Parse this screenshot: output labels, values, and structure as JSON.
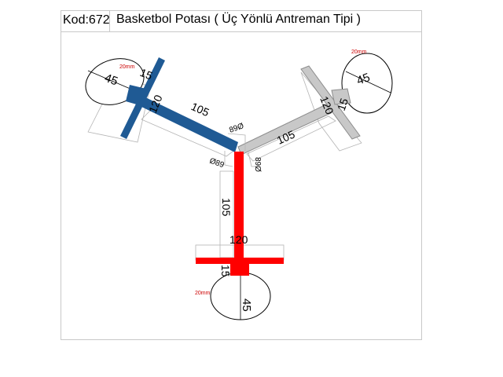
{
  "header": {
    "code": "Kod:672",
    "title": "Basketbol Potası ( Üç Yönlü Antreman Tipi )"
  },
  "arms": {
    "blue": {
      "color": "#1f5a94",
      "arm_length": "105",
      "crossbar": "120",
      "plate": "15",
      "board": "45",
      "thickness": "20mm"
    },
    "gray": {
      "color": "#c8c8c8",
      "arm_length": "105",
      "crossbar": "120",
      "plate": "15",
      "board": "45",
      "thickness": "20mm"
    },
    "red": {
      "color": "#ff0000",
      "arm_length": "105",
      "crossbar": "120",
      "plate": "15",
      "board": "45",
      "thickness": "20mm"
    }
  },
  "pipe_dims": {
    "upper": "89Ø",
    "right": "89Ø",
    "left": "Ø89"
  }
}
